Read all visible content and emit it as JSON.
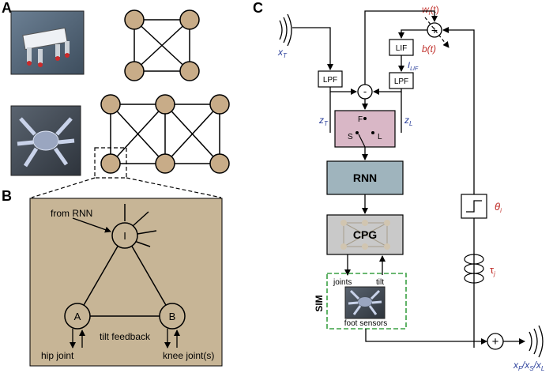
{
  "panels": {
    "a": "A",
    "b": "B",
    "c": "C"
  },
  "panel_b": {
    "from_rnn": "from RNN",
    "node_i": "I",
    "node_a": "A",
    "node_b": "B",
    "tilt_feedback": "tilt feedback",
    "hip_joint": "hip joint",
    "knee_joint": "knee joint(s)"
  },
  "panel_c": {
    "x_t": "x",
    "x_t_sub": "T",
    "w_i": "w",
    "w_i_sub": "i",
    "w_i_rest": "(t)",
    "b_t": "b(t)",
    "i_lif": "I",
    "i_lif_sub": "LIF",
    "lif": "LIF",
    "lpf_left": "LPF",
    "lpf_right": "LPF",
    "minus": "-",
    "z_t": "z",
    "z_t_sub": "T",
    "z_l": "z",
    "z_l_sub": "L",
    "switch_f": "F",
    "switch_s": "S",
    "switch_l": "L",
    "rnn": "RNN",
    "cpg": "CPG",
    "joints": "joints",
    "tilt": "tilt",
    "sim": "SIM",
    "foot_sensors": "foot sensors",
    "theta": "θ",
    "theta_sub": "i",
    "tau": "τ",
    "tau_sub": "j",
    "plus": "+",
    "x_out": "x",
    "x_out_f": "F",
    "x_out_s": "S",
    "x_out_l": "L"
  },
  "colors": {
    "node_fill": "#c8ac88",
    "panel_b_bg": "#c7b596",
    "switch_fill": "#d9b7c6",
    "rnn_fill": "#9fb4bd",
    "cpg_fill": "#c9c9c9",
    "sim_border": "#3aa043",
    "red_label": "#c0302b",
    "blue_label": "#2a3f9a"
  }
}
